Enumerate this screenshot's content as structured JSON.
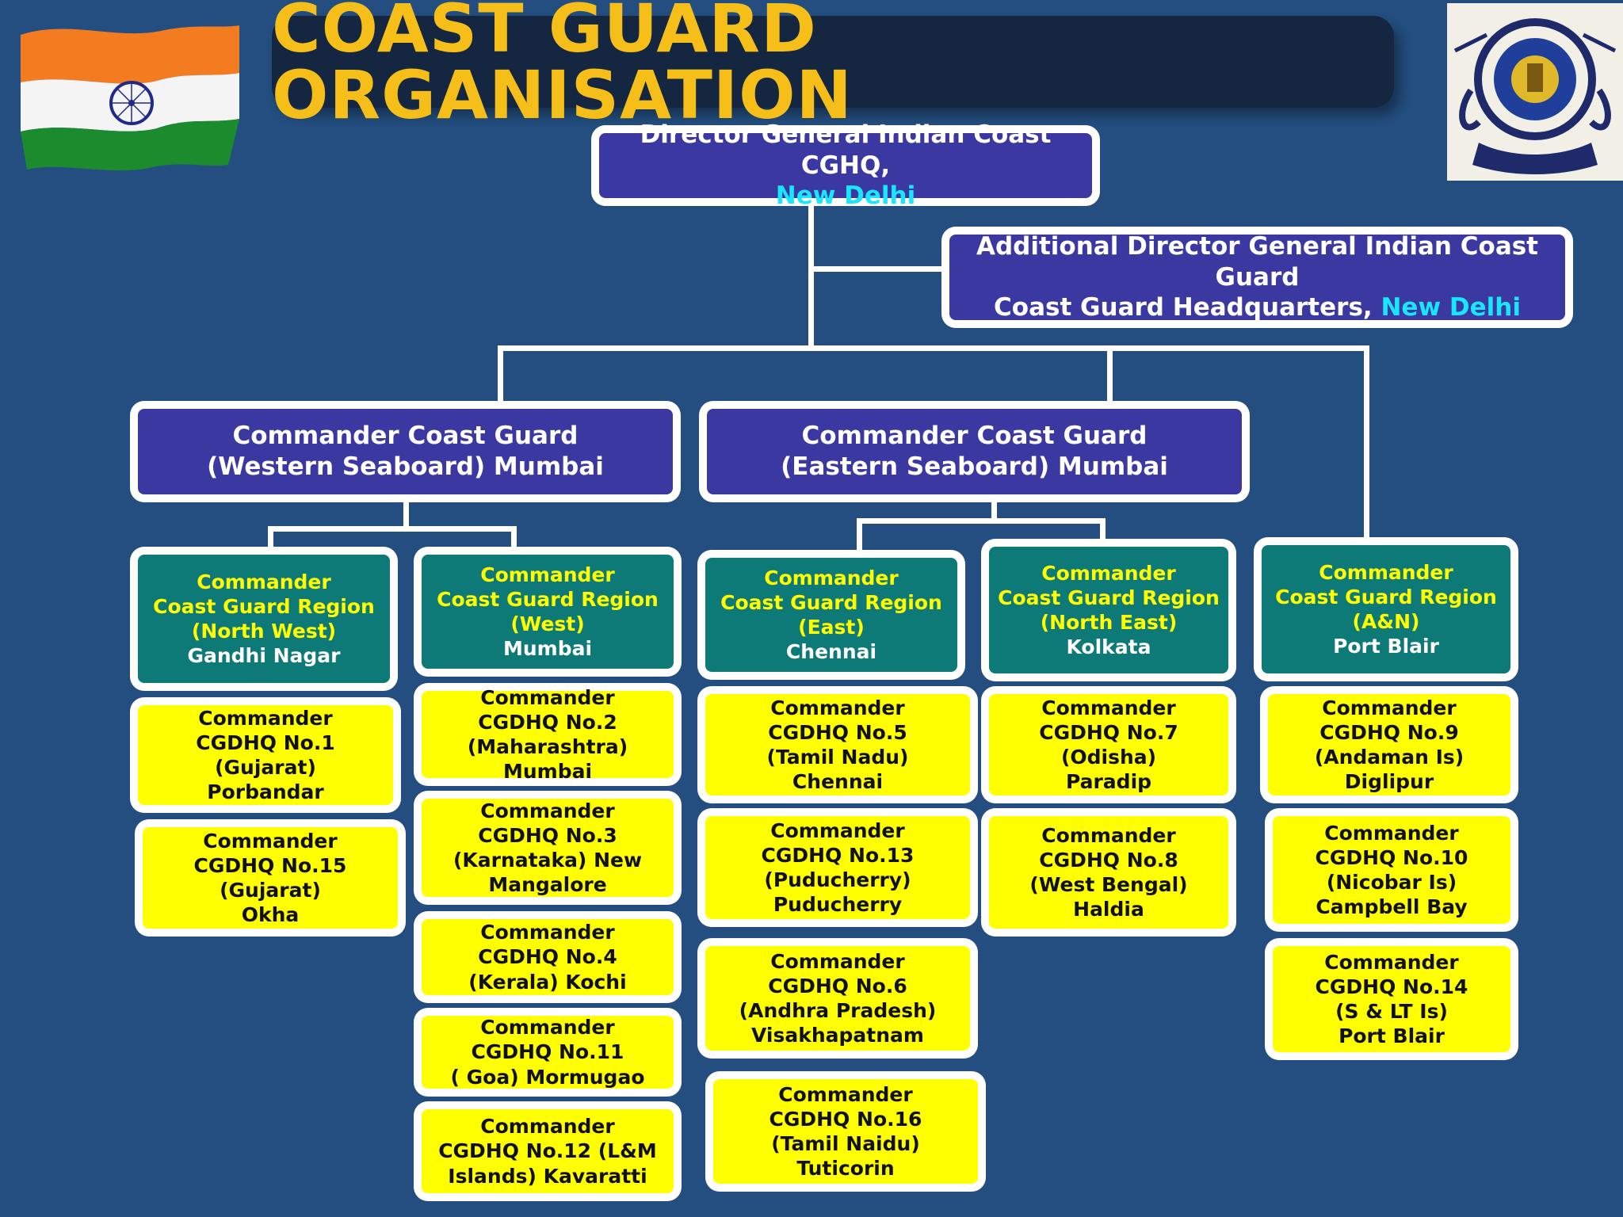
{
  "title": "COAST GUARD ORGANISATION",
  "colors": {
    "background": "#234e7f",
    "title_bar": "#152740",
    "title_text": "#f5be19",
    "hq_box": "#3b38a2",
    "region_box": "#0d7a78",
    "district_box": "#ffff00",
    "highlight": "#19e6ff"
  },
  "dg": {
    "line1": "Director General Indian Coast CGHQ,",
    "line2": "New Delhi"
  },
  "adg": {
    "line1": "Additional Director General Indian Coast Guard",
    "line2_prefix": "Coast Guard Headquarters,",
    "line2_city": "New Delhi"
  },
  "commands": {
    "western": {
      "line1": "Commander Coast Guard",
      "line2": "(Western Seaboard) Mumbai"
    },
    "eastern": {
      "line1": "Commander Coast Guard",
      "line2": "(Eastern Seaboard) Mumbai"
    }
  },
  "regions": [
    {
      "line1": "Commander",
      "line2": "Coast Guard Region",
      "line3": "(North West)",
      "line4": "Gandhi Nagar"
    },
    {
      "line1": "Commander",
      "line2": "Coast Guard Region",
      "line3": "(West)",
      "line4": "Mumbai"
    },
    {
      "line1": "Commander",
      "line2": "Coast Guard Region",
      "line3": "(East)",
      "line4": "Chennai"
    },
    {
      "line1": "Commander",
      "line2": "Coast Guard Region",
      "line3": "(North East)",
      "line4": "Kolkata"
    },
    {
      "line1": "Commander",
      "line2": "Coast Guard Region",
      "line3": "(A&N)",
      "line4": "Port Blair"
    }
  ],
  "districts": {
    "north_west": [
      [
        "Commander",
        "CGDHQ No.1",
        "(Gujarat)",
        "Porbandar"
      ],
      [
        "Commander",
        "CGDHQ No.15",
        "(Gujarat)",
        "Okha"
      ]
    ],
    "west": [
      [
        "Commander",
        "CGDHQ No.2",
        "(Maharashtra) Mumbai"
      ],
      [
        "Commander",
        "CGDHQ No.3",
        "(Karnataka) New",
        "Mangalore"
      ],
      [
        "Commander",
        "CGDHQ No.4",
        "(Kerala) Kochi"
      ],
      [
        "Commander",
        "CGDHQ No.11",
        "( Goa) Mormugao"
      ],
      [
        "Commander",
        "CGDHQ No.12 (L&M",
        "Islands) Kavaratti"
      ]
    ],
    "east": [
      [
        "Commander",
        "CGDHQ No.5",
        "(Tamil Nadu)",
        "Chennai"
      ],
      [
        "Commander",
        "CGDHQ No.13",
        "(Puducherry)",
        "Puducherry"
      ],
      [
        "Commander",
        "CGDHQ No.6",
        "(Andhra Pradesh)",
        "Visakhapatnam"
      ],
      [
        "Commander",
        "CGDHQ No.16",
        "(Tamil Naidu)",
        "Tuticorin"
      ]
    ],
    "north_east": [
      [
        "Commander",
        "CGDHQ No.7",
        "(Odisha)",
        "Paradip"
      ],
      [
        "Commander",
        "CGDHQ No.8",
        "(West Bengal)",
        "Haldia"
      ]
    ],
    "an": [
      [
        "Commander",
        "CGDHQ No.9",
        "(Andaman Is)",
        "Diglipur"
      ],
      [
        "Commander",
        "CGDHQ No.10",
        "(Nicobar Is)",
        "Campbell Bay"
      ],
      [
        "Commander",
        "CGDHQ No.14",
        "(S & LT Is)",
        "Port Blair"
      ]
    ]
  }
}
